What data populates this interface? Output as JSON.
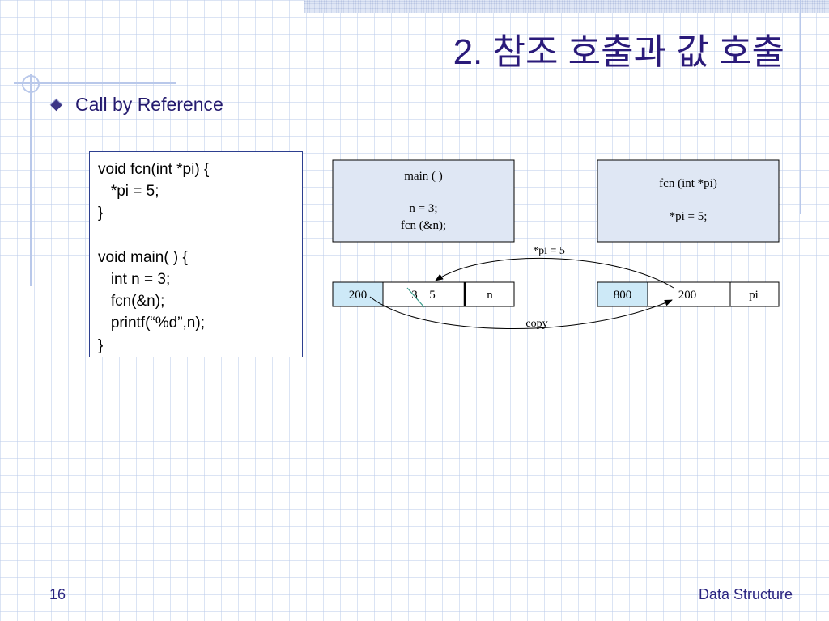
{
  "slide": {
    "title": "2. 참조 호출과 값 호출",
    "bullet": "Call by Reference",
    "page_number": "16",
    "footer": "Data Structure"
  },
  "code": {
    "lines": [
      "void fcn(int *pi) {",
      "   *pi = 5;",
      "}",
      "",
      "void main( ) {",
      "   int n = 3;",
      "   fcn(&n);",
      "   printf(“%d”,n);",
      "}"
    ]
  },
  "diagram": {
    "main_box": {
      "line1": "main ( )",
      "line2": "n = 3;",
      "line3": "fcn (&n);"
    },
    "fcn_box": {
      "line1": "fcn (int *pi)",
      "line2": "*pi = 5;"
    },
    "main_memory": {
      "address": "200",
      "old_value": "3",
      "new_value": "5",
      "name": "n"
    },
    "fcn_memory": {
      "address": "800",
      "value": "200",
      "name": "pi"
    },
    "arrow_assign_label": "*pi = 5",
    "arrow_copy_label": "copy"
  },
  "colors": {
    "title": "#2a1a7a",
    "box_fill": "#dfe7f4",
    "address_fill": "#cde9f7",
    "accent": "#2d3f90"
  }
}
